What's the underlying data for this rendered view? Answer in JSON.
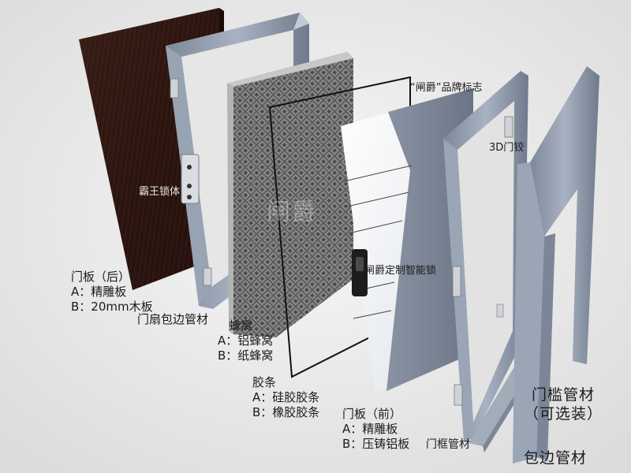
{
  "watermark": "闸爵",
  "labels": {
    "brand_logo": "“闸爵”品牌标志",
    "hinge": "3D门铰",
    "lock_body": "霸王锁体",
    "smart_lock": "闸爵定制智能锁",
    "back_panel": {
      "title": "门板（后）",
      "a": "A：精雕板",
      "b": "B：20mm木板"
    },
    "sash_tube": "门扇包边管材",
    "honeycomb": {
      "title": "蜂窝",
      "a": "A：铝蜂窝",
      "b": "B：纸蜂窝"
    },
    "adhesive_strip": {
      "title": "胶条",
      "a": "A：硅胶胶条",
      "b": "B：橡胶胶条"
    },
    "front_panel": {
      "title": "门板（前）",
      "a": "A：精雕板",
      "b": "B：压铸铝板"
    },
    "frame_tube": "门框管材",
    "threshold": {
      "title": "门槛管材",
      "sub": "（可选装）"
    },
    "edge_tube": "包边管材"
  },
  "colors": {
    "background": "#ebebeb",
    "wood": "#2e1712",
    "steel": "#8f9bad",
    "honeycomb": "#6b6b6b",
    "panel_white": "#f2f4f6",
    "panel_gray": "#7b8494"
  }
}
